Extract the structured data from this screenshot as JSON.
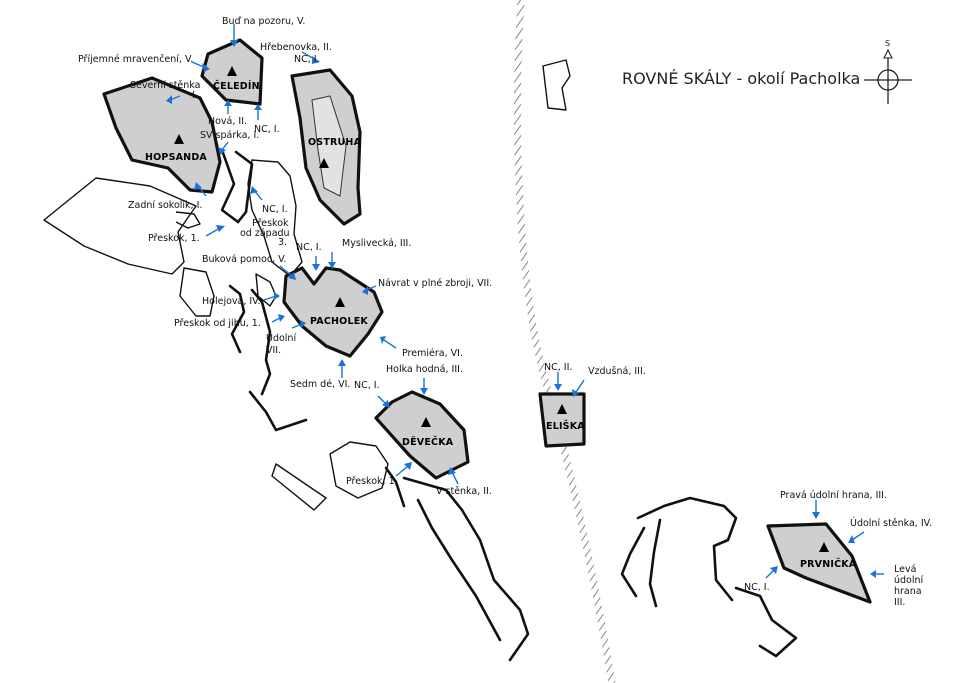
{
  "title": "ROVNÉ SKÁLY - okolí Pacholka",
  "compass": {
    "north_label": "S"
  },
  "colors": {
    "rock_fill": "#cfcfcf",
    "route_arrow": "#1a73d9",
    "outline": "#111111"
  },
  "peaks": {
    "celedin": "ČELEDÍN",
    "hopsanda": "HOPSANDA",
    "ostruha": "OSTRUHA",
    "pacholek": "PACHOLEK",
    "devecka": "DĚVEČKA",
    "eliska": "ELIŠKA",
    "prvnicka": "PRVNIČKA"
  },
  "routes": {
    "bud_na_pozoru": "Buď na pozoru, V.",
    "prijemne": "Příjemné mravenčení, V.",
    "severni_stena_1": "Severní stěnka",
    "severni_stena_2": "I.",
    "hrebenovka": "Hřebenovka, II.",
    "nc_ostruha": "NC, I.",
    "nova": "Nová, II.",
    "nc_celedin": "NC, I.",
    "sv_sparka": "SV spárka, I.",
    "zadni_sokolik": "Zadní sokolík, I.",
    "preskok_1a": "Přeskok, 1.",
    "nc_i_mid": "NC, I.",
    "preskok_zapadu_1": "Přeskok",
    "preskok_zapadu_2": "od západu",
    "preskok_zapadu_3": "3.",
    "nc_i_pach": "NC, I.",
    "myslivecka": "Myslivecká, III.",
    "bukova": "Buková pomoc, V.",
    "navrat": "Návrat v plné zbroji, VII.",
    "holejova": "Holejova, IV.",
    "preskok_jihu": "Přeskok od jihu, 1.",
    "udolni_1": "Údolní",
    "udolni_2": "VII.",
    "premiera": "Premiéra, VI.",
    "holka": "Holka hodná, III.",
    "sedm_de": "Sedm dé, VI.",
    "nc_i_dev": "NC, I.",
    "preskok_1b": "Přeskok, 1.",
    "v_stenka": "V stěnka, II.",
    "nc_ii": "NC, II.",
    "vzdusna": "Vzdušná, III.",
    "prava_udolni": "Pravá údolní hrana, III.",
    "udolni_stena": "Údolní stěnka, IV.",
    "leva_1": "Levá",
    "leva_2": "údolní",
    "leva_3": "hrana",
    "leva_4": "III.",
    "nc_prv": "NC, I."
  }
}
